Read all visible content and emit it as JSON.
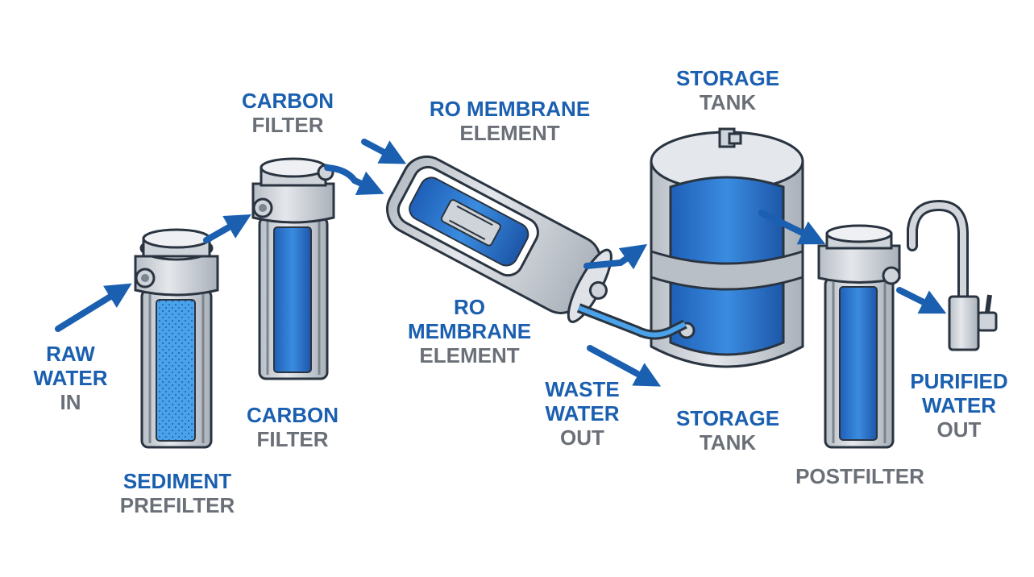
{
  "colors": {
    "label_primary": "#1a5fb0",
    "label_secondary": "#6b7078",
    "flow_arrow": "#1a5fb0",
    "water": "#2f7fd8",
    "housing": "#d3d7dc",
    "outline": "#2a3440"
  },
  "labels": {
    "raw_water_in": {
      "l1": "RAW",
      "l2": "WATER",
      "l3": "IN"
    },
    "sediment_prefilter": {
      "l1": "SEDIMENT",
      "l2": "PREFILTER"
    },
    "carbon_filter_top": {
      "l1": "CARBON",
      "l2": "FILTER"
    },
    "carbon_filter_bottom": {
      "l1": "CARBON",
      "l2": "FILTER"
    },
    "ro_membrane_top": {
      "l1": "RO MEMBRANE",
      "l2": "ELEMENT"
    },
    "ro_membrane_bottom": {
      "l1": "RO",
      "l2": "MEMBRANE",
      "l3": "ELEMENT"
    },
    "waste_water_out": {
      "l1": "WASTE",
      "l2": "WATER",
      "l3": "OUT"
    },
    "storage_tank_top": {
      "l1": "STORAGE",
      "l2": "TANK"
    },
    "storage_tank_bottom": {
      "l1": "STORAGE",
      "l2": "TANK"
    },
    "postfilter": {
      "l1": "POSTFILTER"
    },
    "purified_water_out": {
      "l1": "PURIFIED",
      "l2": "WATER",
      "l3": "OUT"
    }
  },
  "icons": [
    "flow-arrow-icon",
    "faucet-icon",
    "filter-housing-icon",
    "ro-membrane-icon",
    "storage-tank-icon"
  ]
}
